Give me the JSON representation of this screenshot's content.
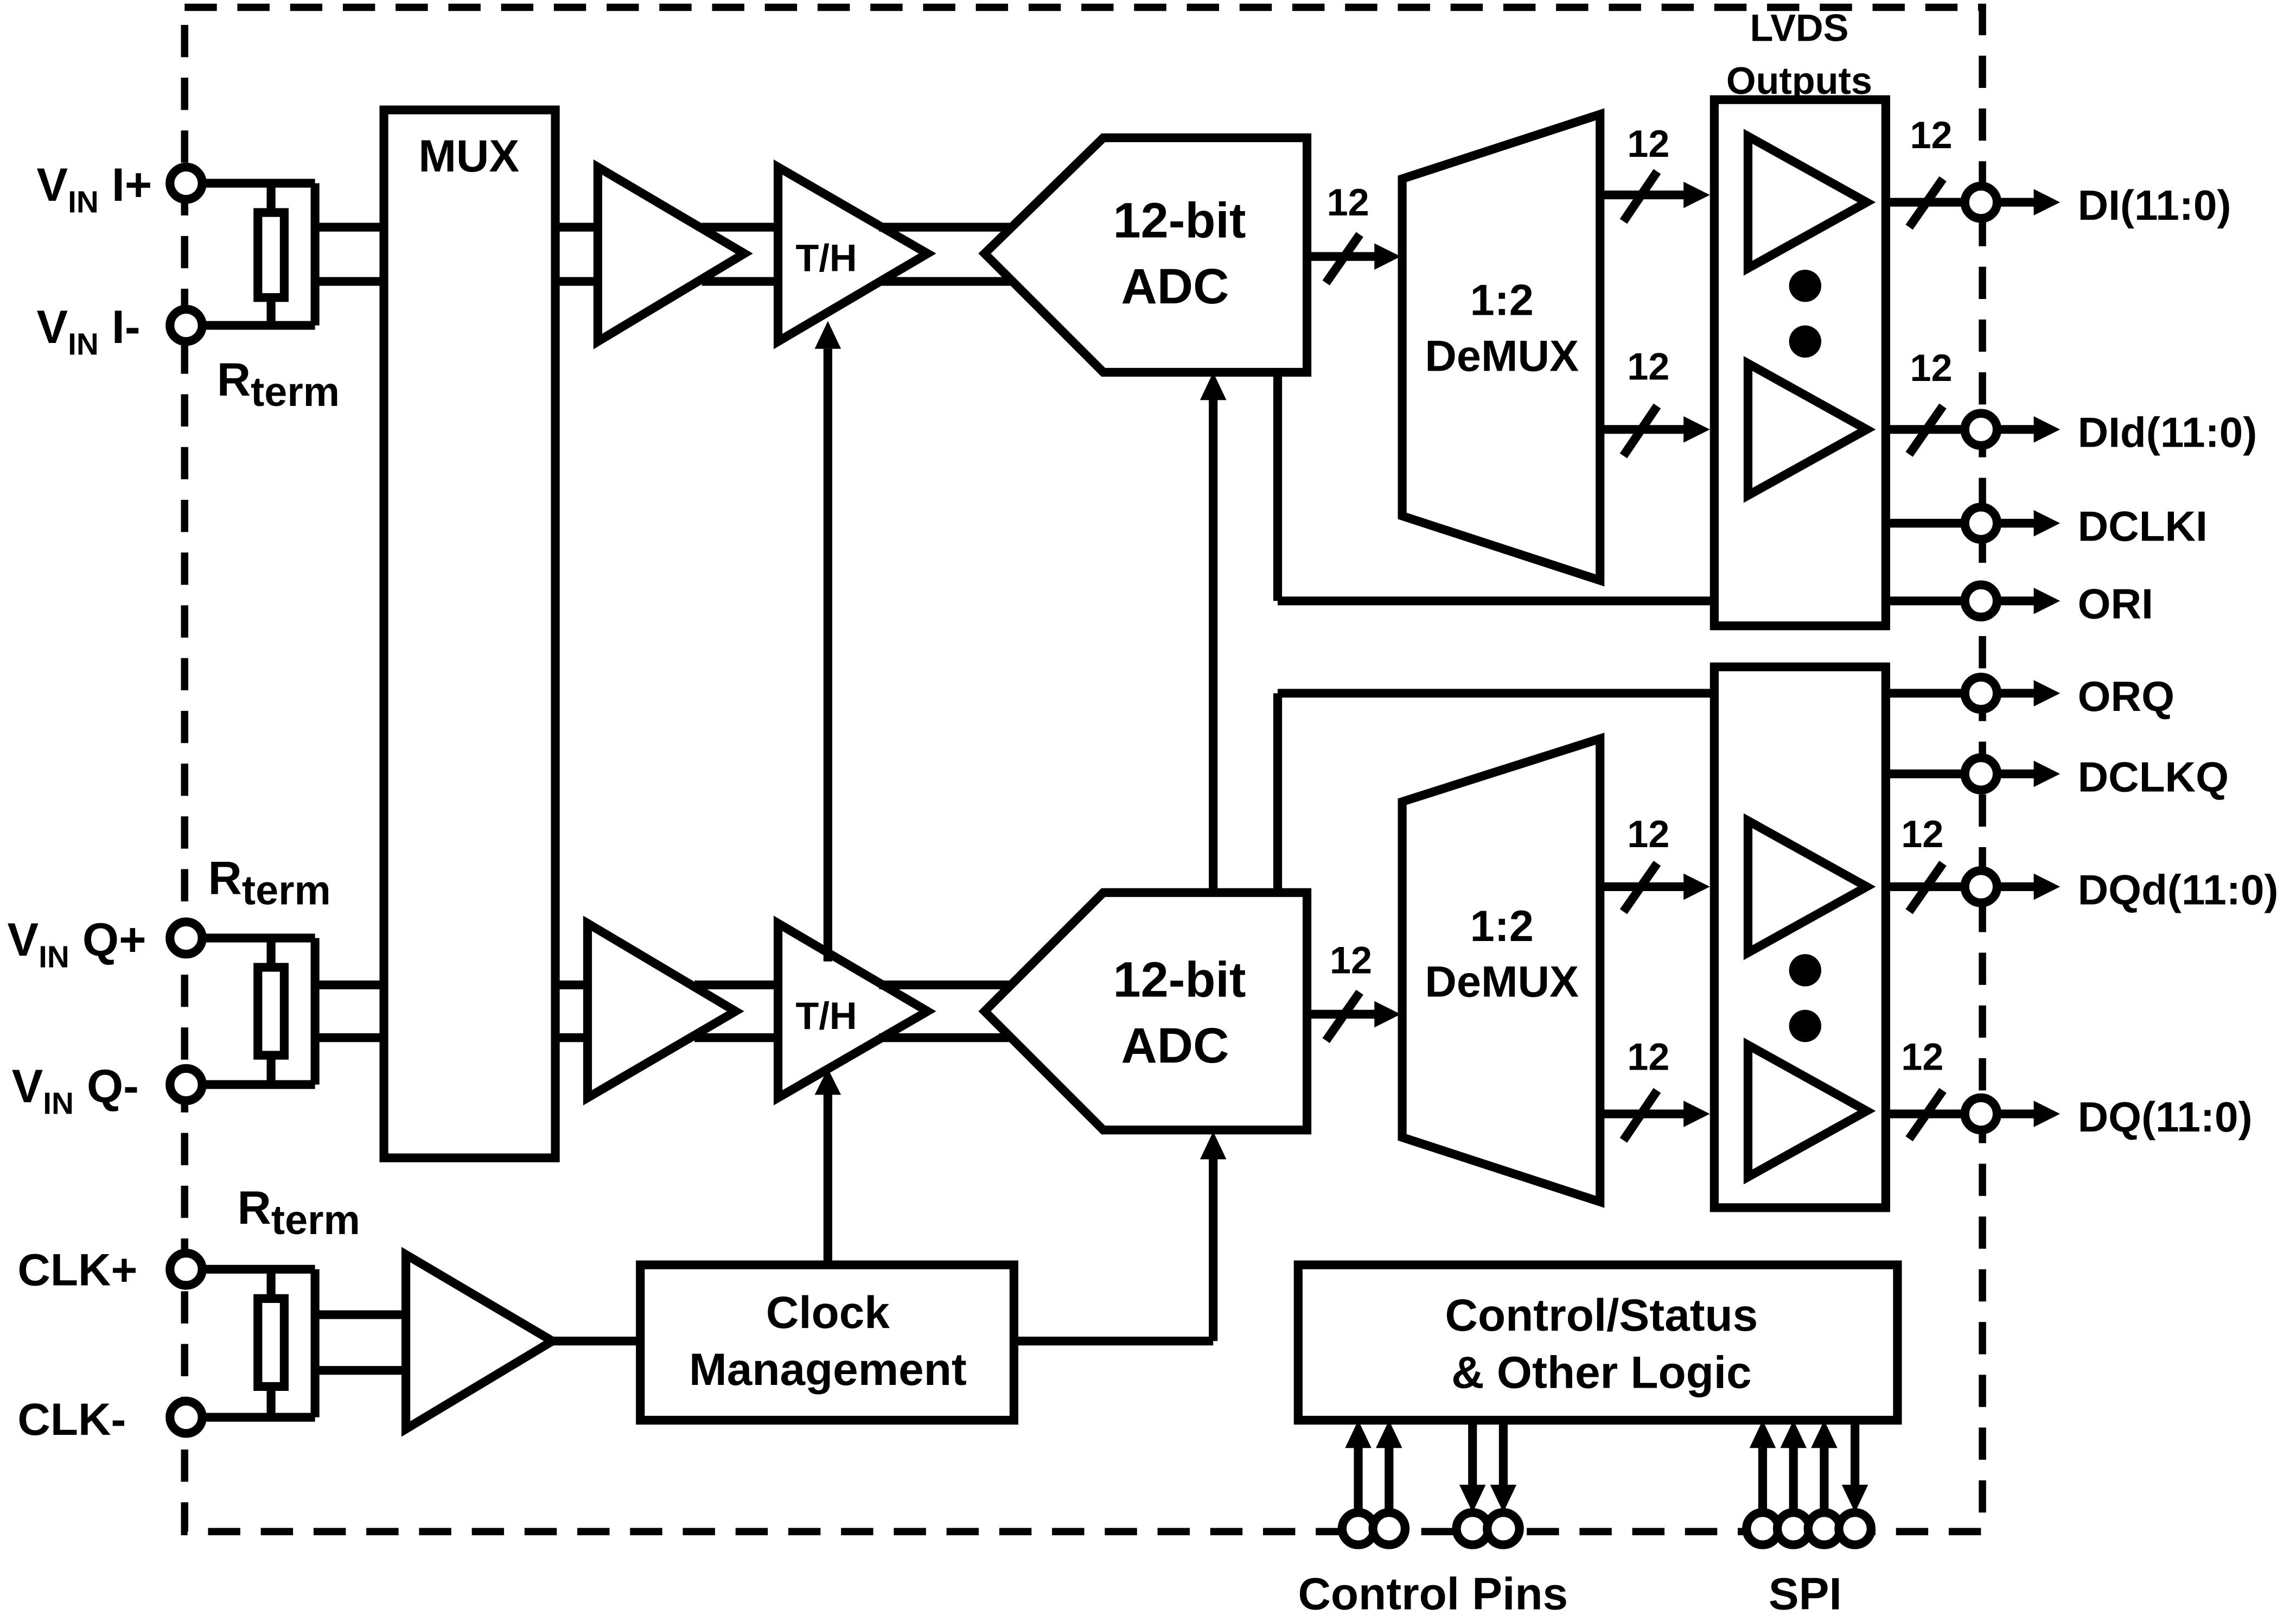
{
  "inputs": {
    "vin_i_plus": {
      "main": "V",
      "sub": "IN",
      "rest": " I+"
    },
    "vin_i_minus": {
      "main": "V",
      "sub": "IN",
      "rest": " I-"
    },
    "vin_q_plus": {
      "main": "V",
      "sub": "IN",
      "rest": " Q+"
    },
    "vin_q_minus": {
      "main": "V",
      "sub": "IN",
      "rest": " Q-"
    },
    "clk_plus": "CLK+",
    "clk_minus": "CLK-"
  },
  "rterm": {
    "main": "R",
    "sub": "term"
  },
  "blocks": {
    "mux": "MUX",
    "th": "T/H",
    "adc_line1": "12-bit",
    "adc_line2": "ADC",
    "demux_line1": "1:2",
    "demux_line2": "DeMUX",
    "lvds_line1": "LVDS",
    "lvds_line2": "Outputs",
    "clock_line1": "Clock",
    "clock_line2": "Management",
    "control_line1": "Control/Status",
    "control_line2": "& Other Logic"
  },
  "bus_width": "12",
  "outputs": {
    "di": "DI(11:0)",
    "did": "DId(11:0)",
    "dclki": "DCLKI",
    "ori": "ORI",
    "orq": "ORQ",
    "dclkq": "DCLKQ",
    "dqd": "DQd(11:0)",
    "dq": "DQ(11:0)"
  },
  "bottom_labels": {
    "control_pins": "Control Pins",
    "spi": "SPI"
  }
}
